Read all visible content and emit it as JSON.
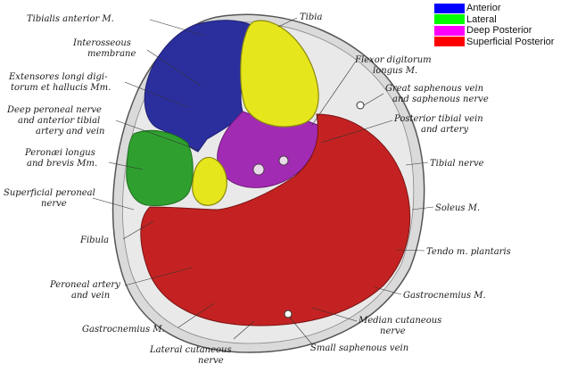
{
  "legend": [
    {
      "label": "Anterior",
      "color": "#0000ff"
    },
    {
      "label": "Lateral",
      "color": "#00ff00"
    },
    {
      "label": "Deep Posterior",
      "color": "#ff00ff"
    },
    {
      "label": "Superficial Posterior",
      "color": "#ff0000"
    }
  ],
  "labels": {
    "tibialis_anterior": "Tibialis anterior M.",
    "interosseous_1": "Interosseous",
    "interosseous_2": "membrane",
    "extensores_1": "Extensores longi digi-",
    "extensores_2": "torum et hallucis Mm.",
    "deep_peroneal_1": "Deep peroneal nerve",
    "deep_peroneal_2": "and anterior tibial",
    "deep_peroneal_3": "artery and vein",
    "peronaei_1": "Peronæi longus",
    "peronaei_2": "and brevis Mm.",
    "superficial_peroneal_1": "Superficial peroneal",
    "superficial_peroneal_2": "nerve",
    "fibula": "Fibula",
    "peroneal_artery_1": "Peroneal artery",
    "peroneal_artery_2": "and vein",
    "gastrocnemius_left": "Gastrocnemius M.",
    "lateral_cutaneous_1": "Lateral cutaneous",
    "lateral_cutaneous_2": "nerve",
    "tibia": "Tibia",
    "flexor_1": "Flexor digitorum",
    "flexor_2": "longus M.",
    "great_saphenous_1": "Great saphenous vein",
    "great_saphenous_2": "and saphenous nerve",
    "posterior_tibial_1": "Posterior tibial vein",
    "posterior_tibial_2": "and artery",
    "tibial_nerve": "Tibial nerve",
    "soleus": "Soleus M.",
    "tendo": "Tendo m. plantaris",
    "gastrocnemius_right": "Gastrocnemius M.",
    "median_cutaneous_1": "Median cutaneous",
    "median_cutaneous_2": "nerve",
    "small_saphenous": "Small saphenous vein"
  },
  "colors": {
    "anterior": "#2b2f9e",
    "lateral": "#2fa02f",
    "deep_posterior": "#a22bb3",
    "superficial_posterior": "#c42222",
    "bone": "#e6e61c",
    "skin": "#d8d8d8"
  }
}
